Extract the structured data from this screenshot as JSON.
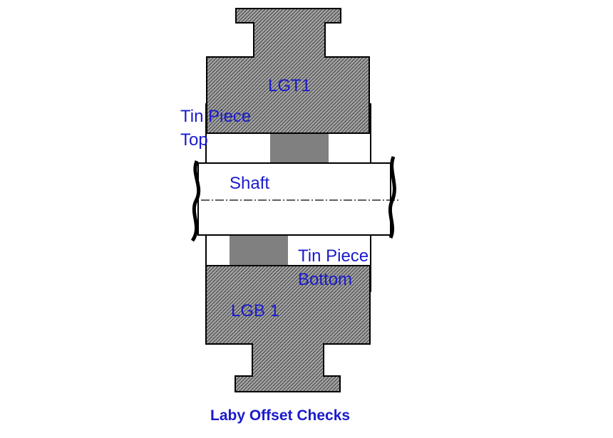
{
  "diagram": {
    "caption": "Laby Offset Checks",
    "labels": {
      "top_block": "LGT1",
      "bottom_block": "LGB 1",
      "shaft": "Shaft",
      "tin_top_line1": "Tin Piece",
      "tin_top_line2": "Top",
      "tin_bottom_line1": "Tin Piece",
      "tin_bottom_line2": "Bottom"
    },
    "colors": {
      "label_text": "#1a1acc",
      "hatch_fill": "#9a9a9a",
      "tin_piece_fill": "#808080",
      "outline": "#000000"
    }
  }
}
